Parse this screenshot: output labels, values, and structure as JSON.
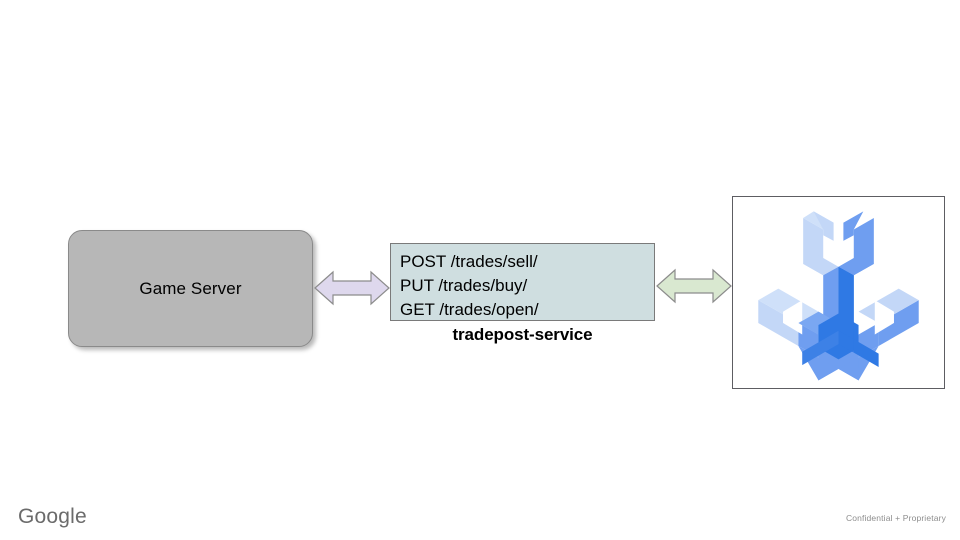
{
  "slide": {
    "background_color": "#ffffff"
  },
  "gameserver": {
    "label": "Game Server",
    "fill_color": "#b7b7b7",
    "border_color": "#8a8a8a"
  },
  "arrows": {
    "left": {
      "name": "bidirectional-arrow-lavender",
      "fill_color": "#ded8ed",
      "stroke_color": "#8c8c8c"
    },
    "right": {
      "name": "bidirectional-arrow-green",
      "fill_color": "#d9e8d0",
      "stroke_color": "#8c8c8c"
    }
  },
  "service": {
    "caption": "tradepost-service",
    "fill_color": "#cfdee0",
    "border_color": "#7a7a7a",
    "endpoints": [
      "POST /trades/sell/",
      "PUT /trades/buy/",
      "GET /trades/open/"
    ]
  },
  "icon_panel": {
    "icon_name": "three-wrenches-isometric-icon",
    "border_color": "#5d5d62",
    "colors": {
      "light": "#c3d7f7",
      "medium": "#6f9ef0",
      "strong": "#1f6fe0",
      "mid_dark": "#4a86e8"
    }
  },
  "footer": {
    "logo_text": "Google",
    "confidentiality_note": "Confidential + Proprietary"
  }
}
